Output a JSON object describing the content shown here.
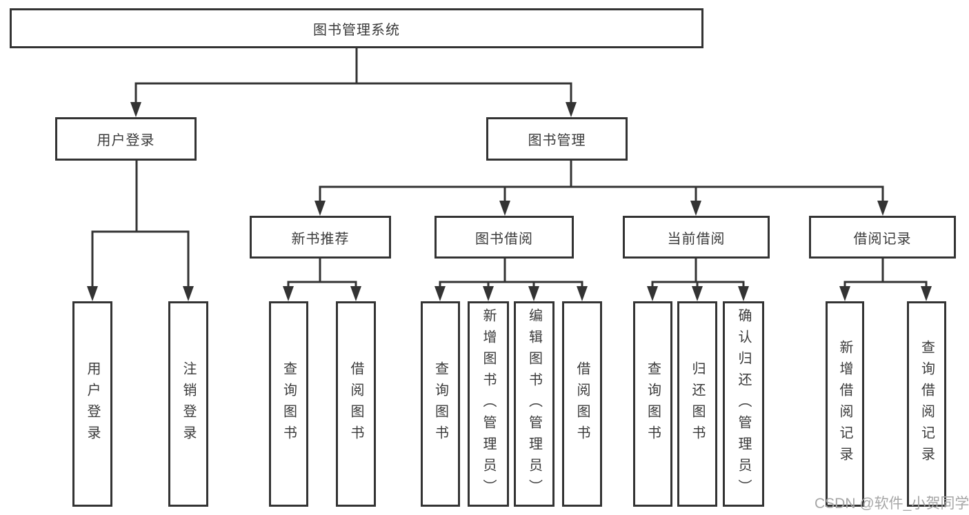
{
  "nodes": {
    "root": "图书管理系统",
    "level2": {
      "user_login": "用户登录",
      "book_management": "图书管理"
    },
    "level3": {
      "new_book_recommend": "新书推荐",
      "book_borrow": "图书借阅",
      "current_borrow": "当前借阅",
      "borrow_record": "借阅记录"
    },
    "leaves": {
      "user_login": "用户登录",
      "logout_login": "注销登录",
      "rec_query_book": "查询图书",
      "rec_borrow_book": "借阅图书",
      "bb_query_book": "查询图书",
      "bb_add_book_admin": "新增图书（管理员）",
      "bb_edit_book_admin": "编辑图书（管理员）",
      "bb_borrow_book": "借阅图书",
      "cb_query_book": "查询图书",
      "cb_return_book": "归还图书",
      "cb_confirm_return_admin": "确认归还（管理员）",
      "br_add_record": "新增借阅记录",
      "br_query_record": "查询借阅记录"
    }
  },
  "watermark": "CSDN @软件_小贺同学",
  "colors": {
    "line": "#333333",
    "text": "#3a3a3a",
    "watermark": "#a6a6a6",
    "background": "#ffffff"
  }
}
